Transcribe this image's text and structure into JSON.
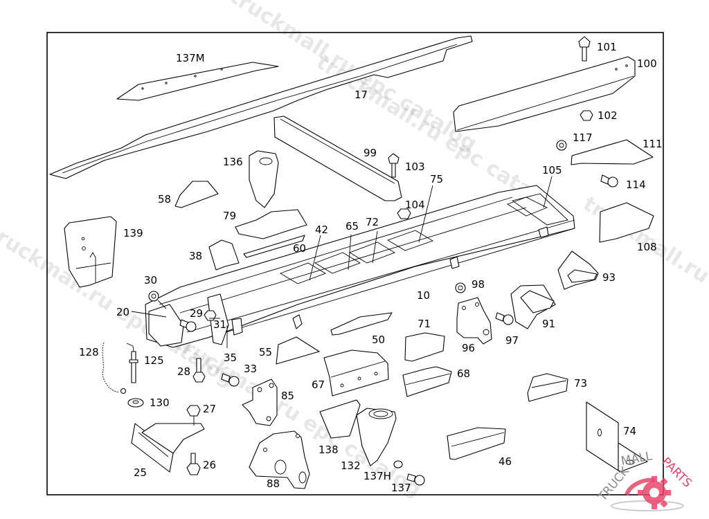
{
  "diagram": {
    "type": "exploded-parts-view",
    "subject": "truck chassis frame and brackets",
    "callouts": {
      "c137M": "137M",
      "c17": "17",
      "c101": "101",
      "c100": "100",
      "c102": "102",
      "c117": "117",
      "c111": "111",
      "c114": "114",
      "c105": "105",
      "c136": "136",
      "c99": "99",
      "c103": "103",
      "c75": "75",
      "c104": "104",
      "c58": "58",
      "c79": "79",
      "c139": "139",
      "c42": "42",
      "c65": "65",
      "c72": "72",
      "c60": "60",
      "c38": "38",
      "c108": "108",
      "c93": "93",
      "c30": "30",
      "c20": "20",
      "c29": "29",
      "c31": "31",
      "c10": "10",
      "c98": "98",
      "c91": "91",
      "c97": "97",
      "c96": "96",
      "c71": "71",
      "c50": "50",
      "c55": "55",
      "c35": "35",
      "c128": "128",
      "c125": "125",
      "c28": "28",
      "c33": "33",
      "c67": "67",
      "c68": "68",
      "c73": "73",
      "c85": "85",
      "c130": "130",
      "c27": "27",
      "c74": "74",
      "c138": "138",
      "c25": "25",
      "c26": "26",
      "c132": "132",
      "c46": "46",
      "c137H": "137H",
      "c88": "88",
      "c137": "137"
    }
  },
  "watermarks": {
    "text": "truckmall.ru epc catalog",
    "logo_text_1": "TRUCK",
    "logo_text_2": "MALL",
    "logo_text_3": "PARTS",
    "logo_color": "#e8456a",
    "logo_gray": "#9a9a9a"
  }
}
